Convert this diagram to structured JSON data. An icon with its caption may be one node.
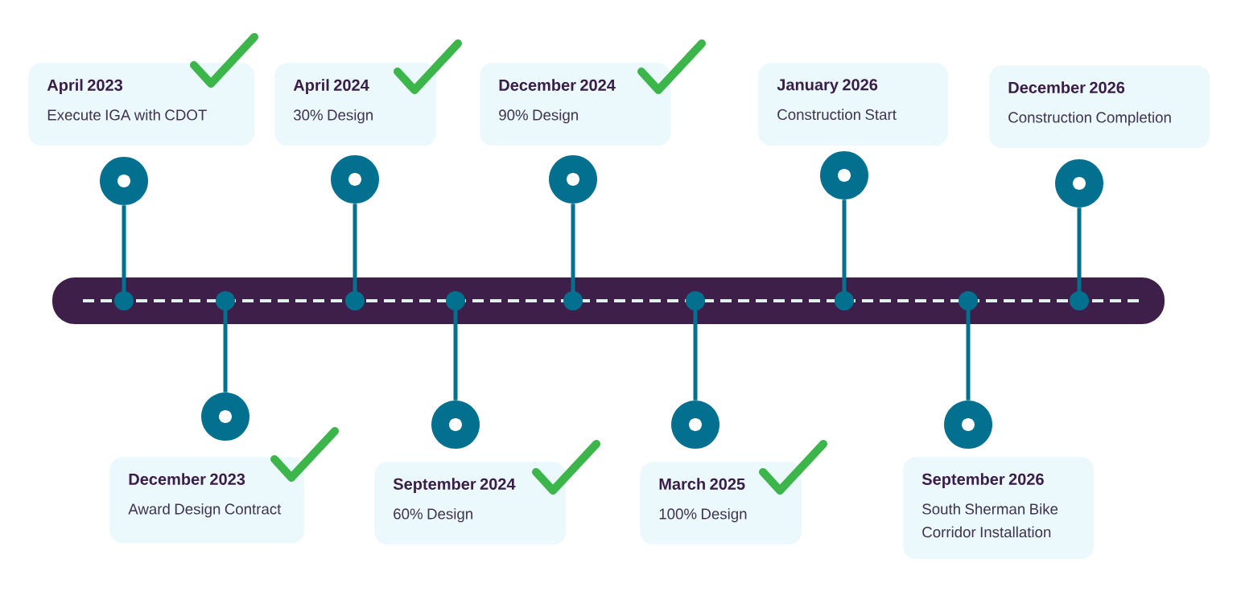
{
  "diagram": {
    "nodes": [
      {
        "text": [],
        "shape": "bar"
      },
      {
        "text": [
          "April 2023",
          "Execute IGA with CDOT"
        ]
      },
      {
        "text": [
          "December 2023",
          "Award Design Contract"
        ]
      },
      {
        "text": [
          "April 2024",
          "30% Design"
        ]
      },
      {
        "text": [
          "September 2024",
          "60% Design"
        ]
      },
      {
        "text": [
          "December 2024",
          "90% Design"
        ]
      },
      {
        "text": [
          "March 2025",
          "100% Design"
        ]
      },
      {
        "text": [
          "January 2026",
          "Construction Start"
        ]
      },
      {
        "text": [
          "September 2026",
          "South Sherman Bike Corridor Installation"
        ]
      },
      {
        "text": [
          "December 2026",
          "Construction Completion"
        ]
      },
      {
        "text": [],
        "shape": "circle"
      },
      {
        "text": [],
        "shape": "circle"
      },
      {
        "text": [],
        "shape": "circle"
      },
      {
        "text": [],
        "shape": "circle"
      },
      {
        "text": [],
        "shape": "circle"
      },
      {
        "text": [],
        "shape": "circle"
      },
      {
        "text": [],
        "shape": "circle"
      },
      {
        "text": [],
        "shape": "circle"
      },
      {
        "text": [],
        "shape": "circle"
      }
    ],
    "edges": [
      {
        "from": 10,
        "to": 0,
        "arrow": "other"
      },
      {
        "from": 11,
        "to": 0,
        "arrow": "other"
      },
      {
        "from": 12,
        "to": 0,
        "arrow": "other"
      },
      {
        "from": 13,
        "to": 0,
        "arrow": "other"
      },
      {
        "from": 14,
        "to": 0,
        "arrow": "other"
      },
      {
        "from": 15,
        "to": 0,
        "arrow": "other"
      },
      {
        "from": 16,
        "to": 0,
        "arrow": "other"
      },
      {
        "from": 17,
        "to": 0,
        "arrow": "other"
      },
      {
        "from": 18,
        "to": 0,
        "arrow": "other"
      }
    ]
  }
}
